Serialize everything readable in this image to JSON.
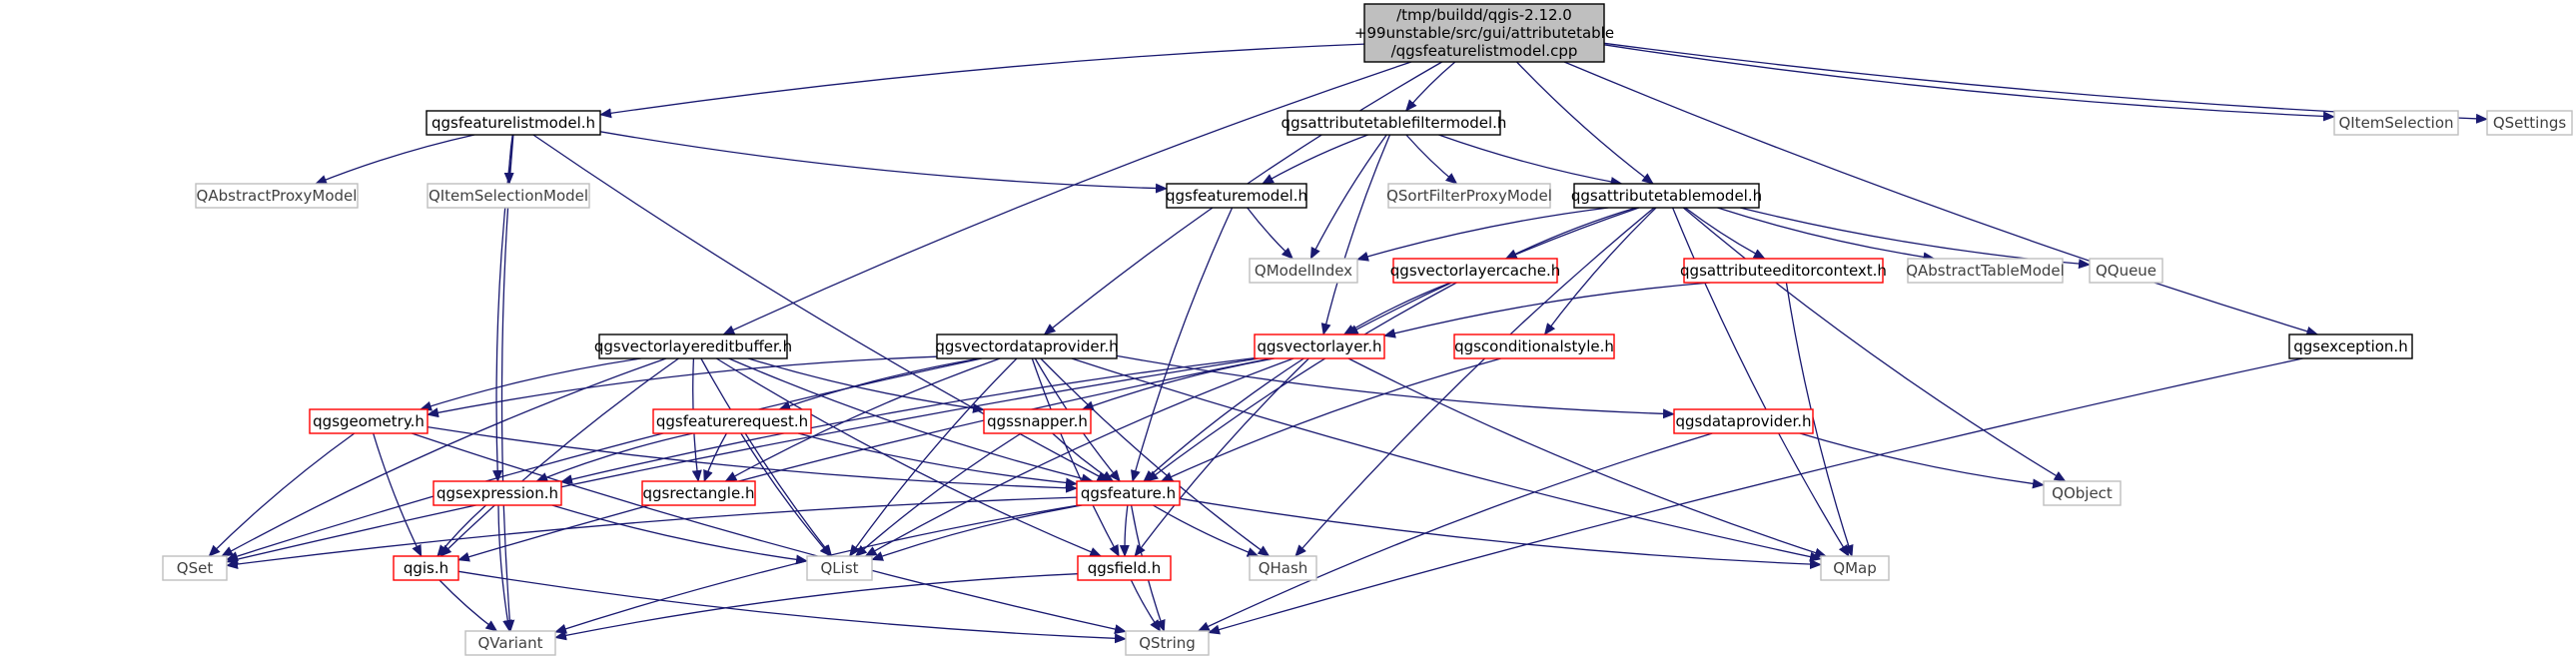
{
  "colors": {
    "edge": "#191970",
    "root_fill": "#bfbfbf",
    "border_documented": "#000000",
    "border_incomplete": "#ff0000",
    "border_external": "#bfbfbf",
    "text": "#000000",
    "text_external": "#000000"
  },
  "nodes": [
    {
      "id": "root",
      "lines": [
        "/tmp/buildd/qgis-2.12.0",
        "+99unstable/src/gui/attributetable",
        "/qgsfeaturelistmodel.cpp"
      ],
      "style": "root"
    },
    {
      "id": "featurelistmodel",
      "lines": [
        "qgsfeaturelistmodel.h"
      ],
      "style": "documented"
    },
    {
      "id": "attributetablefiltermodel",
      "lines": [
        "qgsattributetablefiltermodel.h"
      ],
      "style": "documented"
    },
    {
      "id": "qitemselection",
      "lines": [
        "QItemSelection"
      ],
      "style": "external"
    },
    {
      "id": "qsettings",
      "lines": [
        "QSettings"
      ],
      "style": "external"
    },
    {
      "id": "qabstractproxymodel",
      "lines": [
        "QAbstractProxyModel"
      ],
      "style": "external"
    },
    {
      "id": "qitemselectionmodel",
      "lines": [
        "QItemSelectionModel"
      ],
      "style": "external"
    },
    {
      "id": "featuremodel",
      "lines": [
        "qgsfeaturemodel.h"
      ],
      "style": "documented"
    },
    {
      "id": "qsortfilterproxymodel",
      "lines": [
        "QSortFilterProxyModel"
      ],
      "style": "external"
    },
    {
      "id": "attributetablemodel",
      "lines": [
        "qgsattributetablemodel.h"
      ],
      "style": "documented"
    },
    {
      "id": "qmodelindex",
      "lines": [
        "QModelIndex"
      ],
      "style": "external"
    },
    {
      "id": "vectorlayercache",
      "lines": [
        "qgsvectorlayercache.h"
      ],
      "style": "incomplete"
    },
    {
      "id": "attributeeditorcontext",
      "lines": [
        "qgsattributeeditorcontext.h"
      ],
      "style": "incomplete"
    },
    {
      "id": "qabstracttablemodel",
      "lines": [
        "QAbstractTableModel"
      ],
      "style": "external"
    },
    {
      "id": "qqueue",
      "lines": [
        "QQueue"
      ],
      "style": "external"
    },
    {
      "id": "vectorlayereditbuffer",
      "lines": [
        "qgsvectorlayereditbuffer.h"
      ],
      "style": "documented"
    },
    {
      "id": "vectordataprovider",
      "lines": [
        "qgsvectordataprovider.h"
      ],
      "style": "documented"
    },
    {
      "id": "vectorlayer",
      "lines": [
        "qgsvectorlayer.h"
      ],
      "style": "incomplete"
    },
    {
      "id": "conditionalstyle",
      "lines": [
        "qgsconditionalstyle.h"
      ],
      "style": "incomplete"
    },
    {
      "id": "exception",
      "lines": [
        "qgsexception.h"
      ],
      "style": "documented"
    },
    {
      "id": "geometry",
      "lines": [
        "qgsgeometry.h"
      ],
      "style": "incomplete"
    },
    {
      "id": "featurerequest",
      "lines": [
        "qgsfeaturerequest.h"
      ],
      "style": "incomplete"
    },
    {
      "id": "snapper",
      "lines": [
        "qgssnapper.h"
      ],
      "style": "incomplete"
    },
    {
      "id": "dataprovider",
      "lines": [
        "qgsdataprovider.h"
      ],
      "style": "incomplete"
    },
    {
      "id": "qobject",
      "lines": [
        "QObject"
      ],
      "style": "external"
    },
    {
      "id": "expression",
      "lines": [
        "qgsexpression.h"
      ],
      "style": "incomplete"
    },
    {
      "id": "rectangle",
      "lines": [
        "qgsrectangle.h"
      ],
      "style": "incomplete"
    },
    {
      "id": "feature",
      "lines": [
        "qgsfeature.h"
      ],
      "style": "incomplete"
    },
    {
      "id": "qset",
      "lines": [
        "QSet"
      ],
      "style": "external"
    },
    {
      "id": "qgis",
      "lines": [
        "qgis.h"
      ],
      "style": "incomplete"
    },
    {
      "id": "qlist",
      "lines": [
        "QList"
      ],
      "style": "external"
    },
    {
      "id": "field",
      "lines": [
        "qgsfield.h"
      ],
      "style": "incomplete"
    },
    {
      "id": "qhash",
      "lines": [
        "QHash"
      ],
      "style": "external"
    },
    {
      "id": "qmap",
      "lines": [
        "QMap"
      ],
      "style": "external"
    },
    {
      "id": "qvariant",
      "lines": [
        "QVariant"
      ],
      "style": "external"
    },
    {
      "id": "qstring",
      "lines": [
        "QString"
      ],
      "style": "external"
    }
  ],
  "edges": [
    [
      "root",
      "featurelistmodel"
    ],
    [
      "root",
      "attributetablefiltermodel"
    ],
    [
      "root",
      "qitemselection"
    ],
    [
      "root",
      "qsettings"
    ],
    [
      "root",
      "attributetablemodel"
    ],
    [
      "root",
      "vectordataprovider"
    ],
    [
      "root",
      "vectorlayereditbuffer"
    ],
    [
      "root",
      "exception"
    ],
    [
      "featurelistmodel",
      "qabstractproxymodel"
    ],
    [
      "featurelistmodel",
      "qitemselectionmodel"
    ],
    [
      "featurelistmodel",
      "featuremodel"
    ],
    [
      "featurelistmodel",
      "expression"
    ],
    [
      "featurelistmodel",
      "feature"
    ],
    [
      "featurelistmodel",
      "qvariant"
    ],
    [
      "attributetablefiltermodel",
      "featuremodel"
    ],
    [
      "attributetablefiltermodel",
      "qmodelindex"
    ],
    [
      "attributetablefiltermodel",
      "qsortfilterproxymodel"
    ],
    [
      "attributetablefiltermodel",
      "attributetablemodel"
    ],
    [
      "attributetablefiltermodel",
      "vectorlayer"
    ],
    [
      "featuremodel",
      "qmodelindex"
    ],
    [
      "featuremodel",
      "feature"
    ],
    [
      "attributetablemodel",
      "qmodelindex"
    ],
    [
      "attributetablemodel",
      "vectorlayercache"
    ],
    [
      "attributetablemodel",
      "attributeeditorcontext"
    ],
    [
      "attributetablemodel",
      "qabstracttablemodel"
    ],
    [
      "attributetablemodel",
      "qqueue"
    ],
    [
      "attributetablemodel",
      "vectorlayer"
    ],
    [
      "attributetablemodel",
      "conditionalstyle"
    ],
    [
      "attributetablemodel",
      "qobject"
    ],
    [
      "attributetablemodel",
      "qhash"
    ],
    [
      "attributetablemodel",
      "qmap"
    ],
    [
      "vectorlayercache",
      "vectorlayer"
    ],
    [
      "vectorlayercache",
      "feature"
    ],
    [
      "attributeeditorcontext",
      "vectorlayer"
    ],
    [
      "attributeeditorcontext",
      "qmap"
    ],
    [
      "conditionalstyle",
      "feature"
    ],
    [
      "exception",
      "qstring"
    ],
    [
      "vectorlayereditbuffer",
      "geometry"
    ],
    [
      "vectorlayereditbuffer",
      "qset"
    ],
    [
      "vectorlayereditbuffer",
      "qgis"
    ],
    [
      "vectorlayereditbuffer",
      "rectangle"
    ],
    [
      "vectorlayereditbuffer",
      "feature"
    ],
    [
      "vectorlayereditbuffer",
      "field"
    ],
    [
      "vectorlayereditbuffer",
      "qlist"
    ],
    [
      "vectorlayereditbuffer",
      "snapper"
    ],
    [
      "vectordataprovider",
      "featurerequest"
    ],
    [
      "vectordataprovider",
      "dataprovider"
    ],
    [
      "vectordataprovider",
      "feature"
    ],
    [
      "vectordataprovider",
      "field"
    ],
    [
      "vectordataprovider",
      "qlist"
    ],
    [
      "vectordataprovider",
      "qset"
    ],
    [
      "vectordataprovider",
      "qhash"
    ],
    [
      "vectordataprovider",
      "qmap"
    ],
    [
      "vectordataprovider",
      "rectangle"
    ],
    [
      "vectordataprovider",
      "geometry"
    ],
    [
      "vectorlayer",
      "snapper"
    ],
    [
      "vectorlayer",
      "feature"
    ],
    [
      "vectorlayer",
      "field"
    ],
    [
      "vectorlayer",
      "qgis"
    ],
    [
      "vectorlayer",
      "qlist"
    ],
    [
      "vectorlayer",
      "qset"
    ],
    [
      "vectorlayer",
      "qmap"
    ],
    [
      "vectorlayer",
      "expression"
    ],
    [
      "geometry",
      "qgis"
    ],
    [
      "geometry",
      "qset"
    ],
    [
      "geometry",
      "feature"
    ],
    [
      "geometry",
      "qstring"
    ],
    [
      "featurerequest",
      "expression"
    ],
    [
      "featurerequest",
      "rectangle"
    ],
    [
      "featurerequest",
      "feature"
    ],
    [
      "featurerequest",
      "qlist"
    ],
    [
      "snapper",
      "feature"
    ],
    [
      "snapper",
      "qlist"
    ],
    [
      "dataprovider",
      "qobject"
    ],
    [
      "dataprovider",
      "qstring"
    ],
    [
      "expression",
      "qgis"
    ],
    [
      "expression",
      "qvariant"
    ],
    [
      "expression",
      "qlist"
    ],
    [
      "feature",
      "qset"
    ],
    [
      "feature",
      "qlist"
    ],
    [
      "feature",
      "field"
    ],
    [
      "feature",
      "qhash"
    ],
    [
      "feature",
      "qmap"
    ],
    [
      "feature",
      "qvariant"
    ],
    [
      "feature",
      "qstring"
    ],
    [
      "qgis",
      "qvariant"
    ],
    [
      "qgis",
      "qstring"
    ],
    [
      "field",
      "qvariant"
    ],
    [
      "field",
      "qstring"
    ]
  ]
}
